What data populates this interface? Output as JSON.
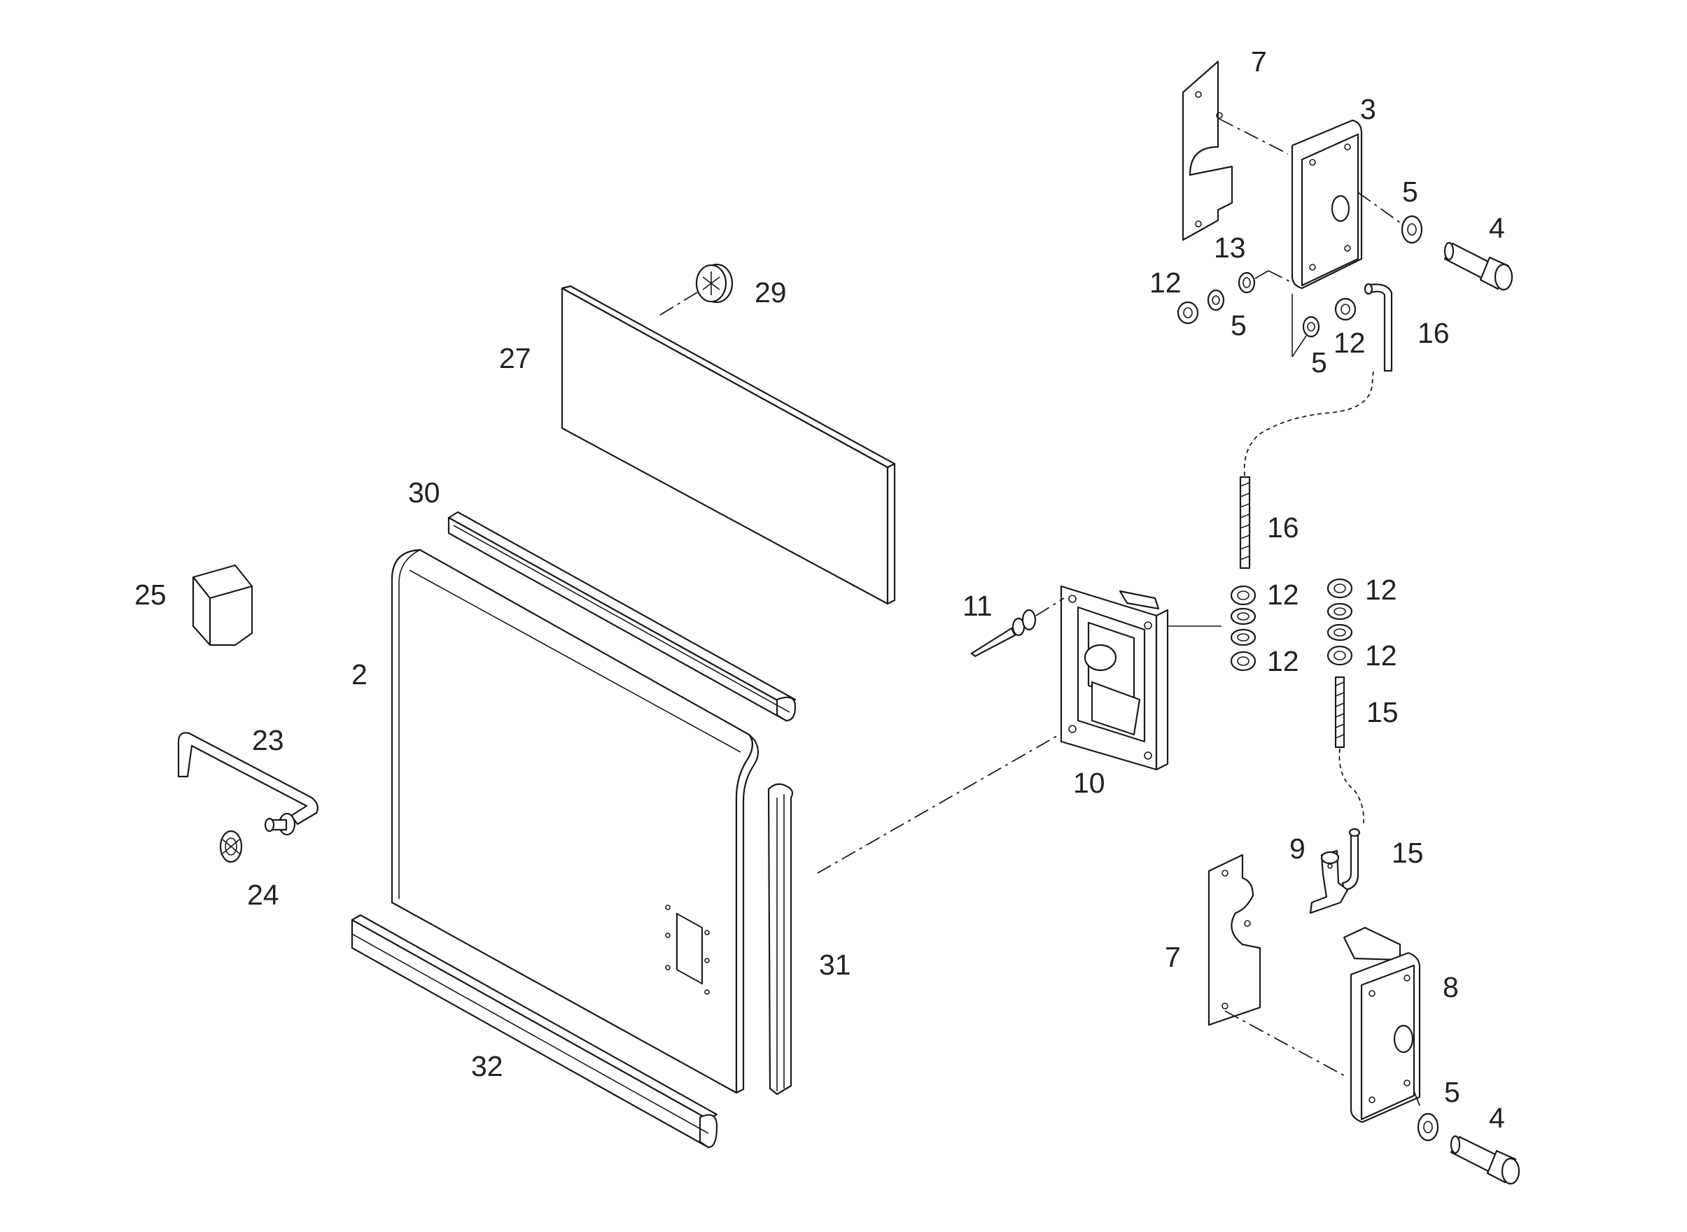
{
  "labels": {
    "p2": "2",
    "p3": "3",
    "p4_top": "4",
    "p4_bottom": "4",
    "p5_top_right": "5",
    "p5_top_left": "5",
    "p5_top_mid": "5",
    "p5_bottom": "5",
    "p7_top": "7",
    "p7_bottom": "7",
    "p8": "8",
    "p9": "9",
    "p10": "10",
    "p11": "11",
    "p12_top_left": "12",
    "p12_top_mid": "12",
    "p12_a": "12",
    "p12_b": "12",
    "p12_c": "12",
    "p12_d": "12",
    "p13": "13",
    "p15_rod": "15",
    "p15_bend": "15",
    "p16_bend": "16",
    "p16_rod": "16",
    "p23": "23",
    "p24": "24",
    "p25": "25",
    "p27": "27",
    "p29": "29",
    "p30": "30",
    "p31": "31",
    "p32": "32"
  },
  "colors": {
    "line": "#1a1a1a",
    "paper": "#ffffff",
    "text": "#222222"
  }
}
